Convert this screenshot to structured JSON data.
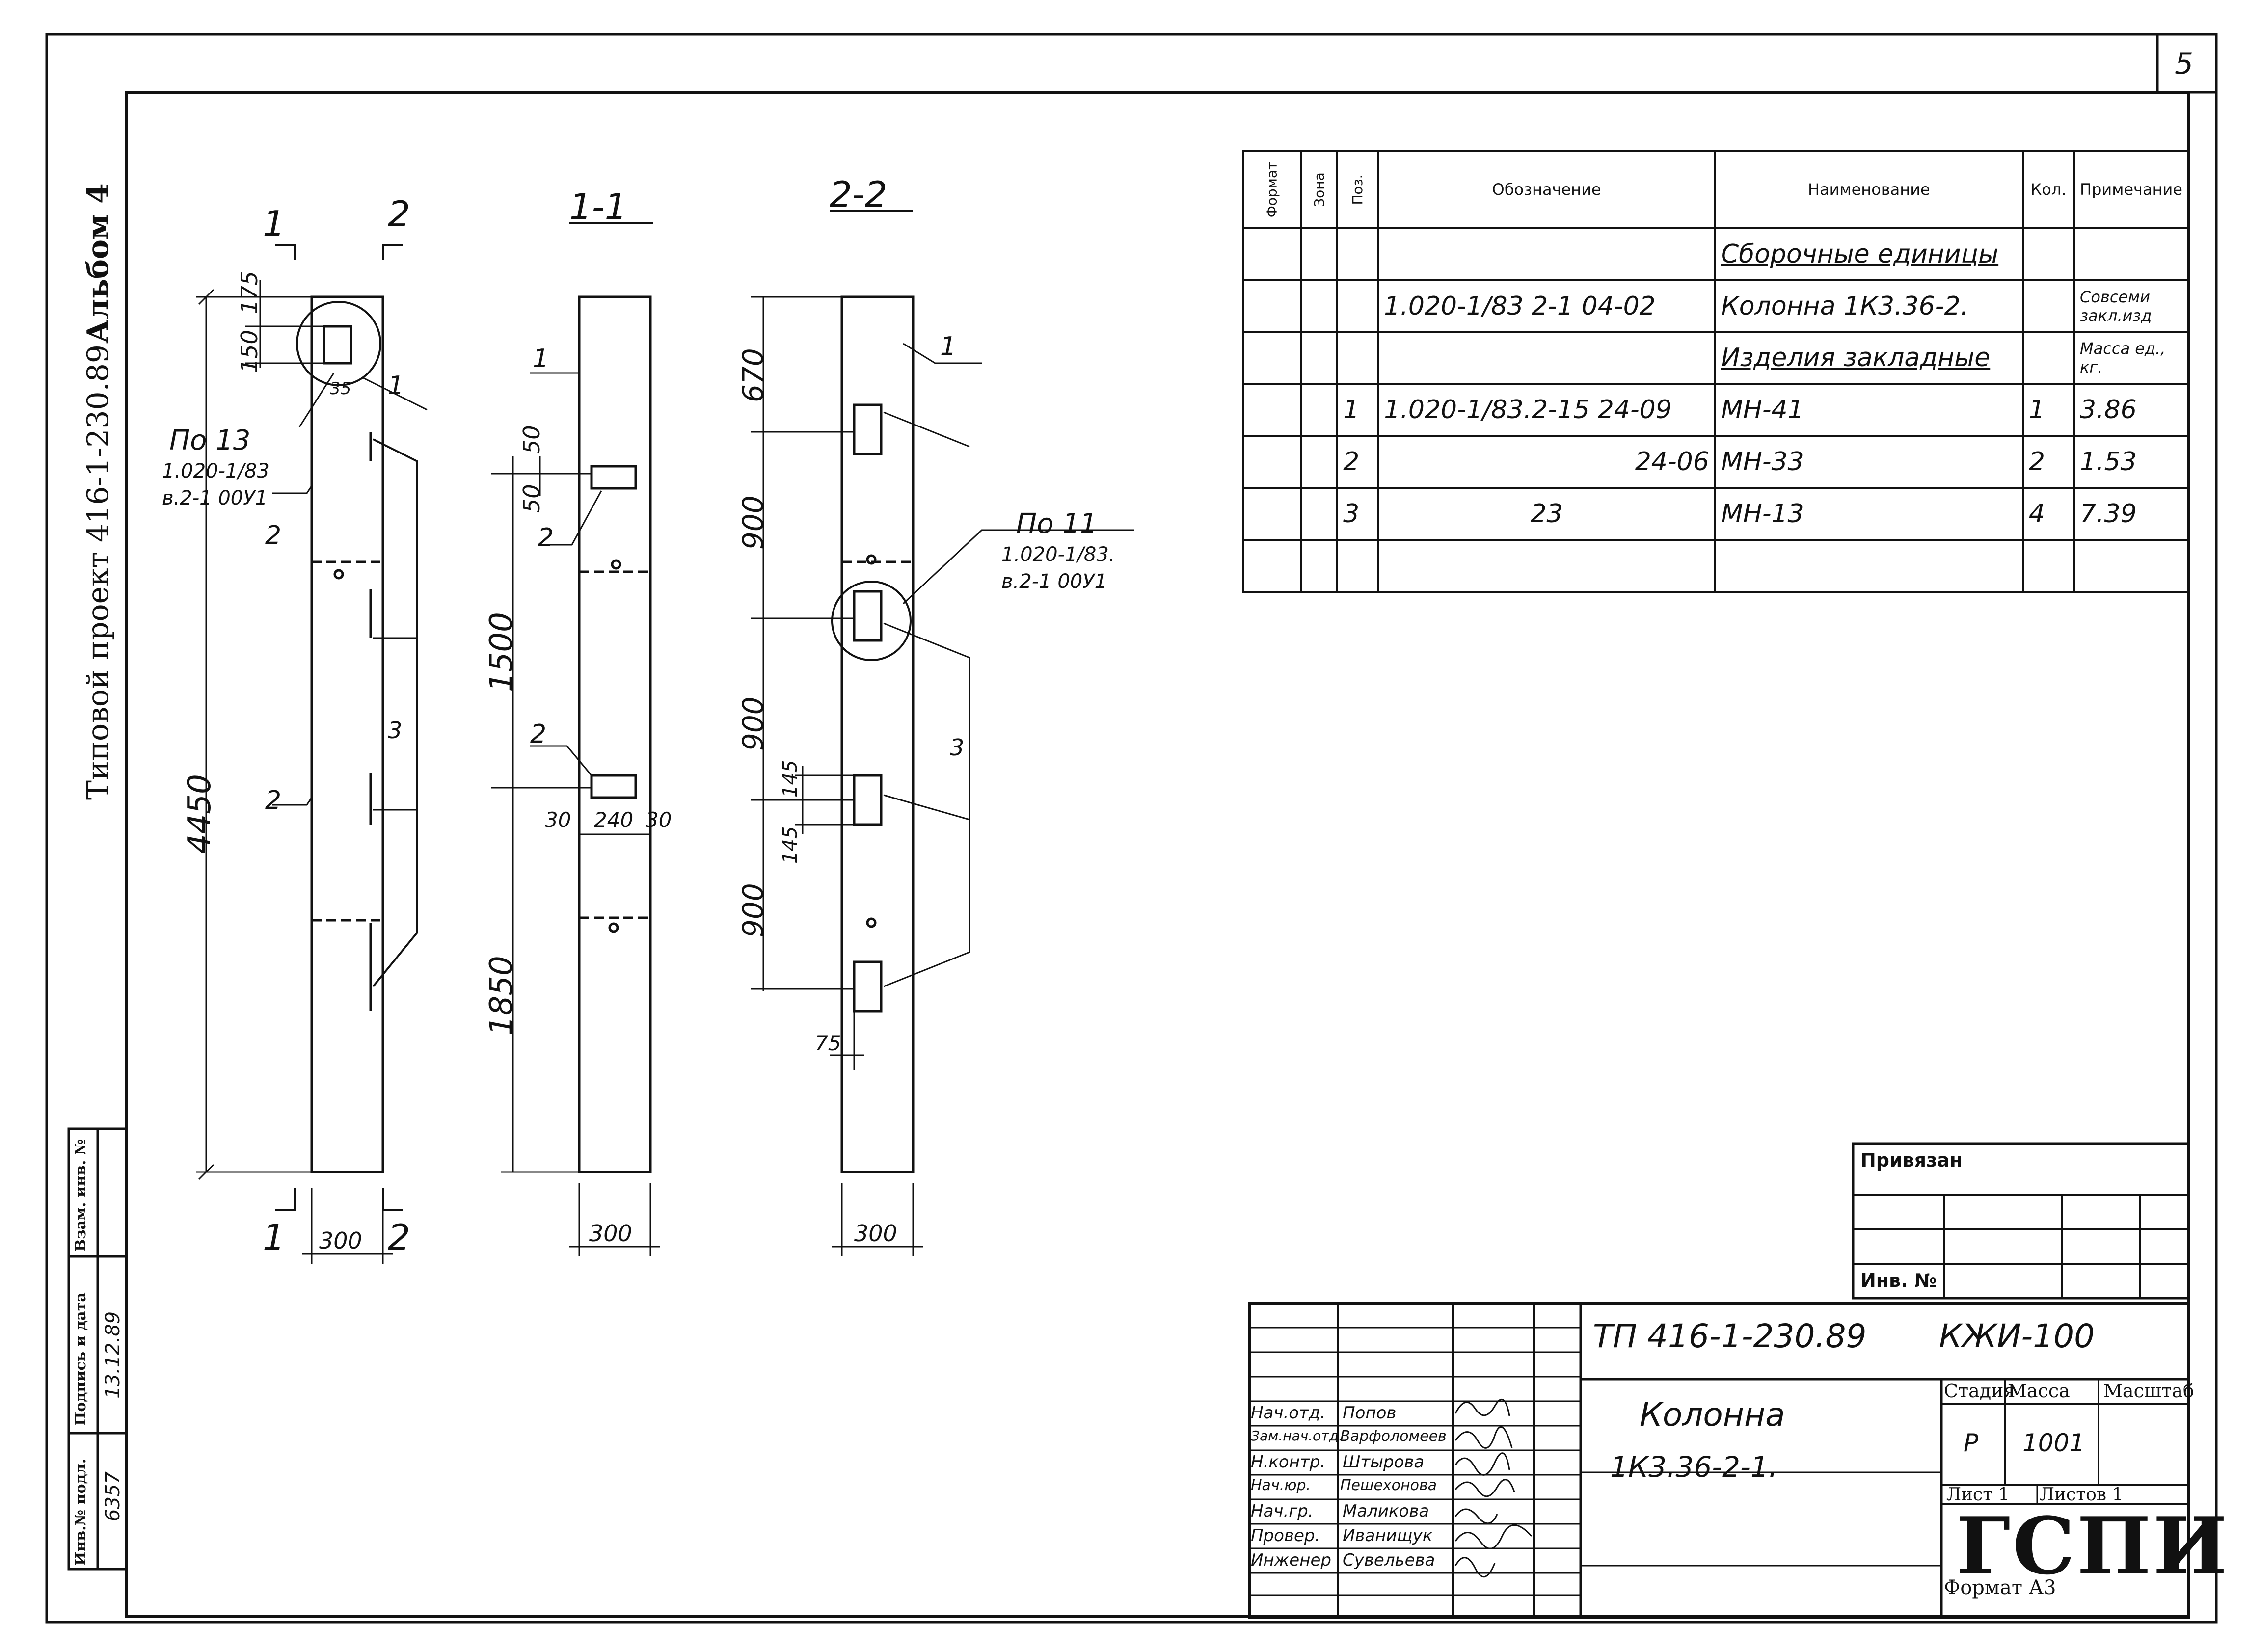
{
  "sheet_number": "5",
  "side_margin": {
    "project": "Типовой проект 416-1-230.89",
    "album": "Альбом 4",
    "stamp_headers": [
      "Инв.№ подл.",
      "Подпись и дата",
      "Взам. инв. №"
    ],
    "inv_no": "6357",
    "sign_date": "13.12.89"
  },
  "views": {
    "elevation": {
      "cut1_label": "1",
      "cut2_label": "2",
      "dim_total": "4450",
      "dim_top_a": "175",
      "dim_top_b": "150",
      "dim_35": "35",
      "callout_ref": [
        "По 13",
        "1.020-1/83",
        "в.2-1 00У1"
      ],
      "pos_1": "1",
      "pos_2a": "2",
      "pos_2b": "2",
      "pos_3": "3",
      "width": "300"
    },
    "section_1_1": {
      "title": "1-1",
      "pos_1": "1",
      "pos_2a": "2",
      "pos_2b": "2",
      "dim_50a": "50",
      "dim_50b": "50",
      "dim_1500": "1500",
      "dim_1850": "1850",
      "dim_30a": "30",
      "dim_240": "240",
      "dim_30b": "30",
      "width": "300"
    },
    "section_2_2": {
      "title": "2-2",
      "pos_1": "1",
      "pos_3": "3",
      "dim_670": "670",
      "dim_900a": "900",
      "dim_900b": "900",
      "dim_900c": "900",
      "dim_145a": "145",
      "dim_145b": "145",
      "dim_75": "75",
      "callout_ref": [
        "По 11",
        "1.020-1/83.",
        "в.2-1 00У1"
      ],
      "width": "300"
    }
  },
  "spec_table": {
    "headers": [
      "Формат",
      "Зона",
      "Поз.",
      "Обозначение",
      "Наименование",
      "Кол.",
      "Примечание"
    ],
    "rows": [
      {
        "pos": "",
        "code": "",
        "name": "Сборочные единицы",
        "qty": "",
        "note": ""
      },
      {
        "pos": "",
        "code": "1.020-1/83 2-1 04-02",
        "name": "Колонна 1К3.36-2.",
        "qty": "",
        "note": "Совсеми закл.изд"
      },
      {
        "pos": "",
        "code": "",
        "name": "Изделия закладные",
        "qty": "",
        "note": "Масса ед., кг."
      },
      {
        "pos": "1",
        "code": "1.020-1/83.2-15 24-09",
        "name": "МН-41",
        "qty": "1",
        "note": "3.86"
      },
      {
        "pos": "2",
        "code": "24-06",
        "name": "МН-33",
        "qty": "2",
        "note": "1.53"
      },
      {
        "pos": "3",
        "code": "23",
        "name": "МН-13",
        "qty": "4",
        "note": "7.39"
      },
      {
        "pos": "",
        "code": "",
        "name": "",
        "qty": "",
        "note": ""
      }
    ]
  },
  "privyazan": {
    "label": "Привязан",
    "inv_label": "Инв. №"
  },
  "title_block": {
    "doc_code": "ТП 416-1-230.89",
    "doc_suffix": "КЖИ-100",
    "object_name": "Колонна",
    "object_mark": "1К3.36-2-1.",
    "stage_label": "Стадия",
    "mass_label": "Масса",
    "scale_label": "Масштаб",
    "stage": "Р",
    "mass": "1001",
    "sheet_label": "Лист 1",
    "sheets_label": "Листов 1",
    "org": "ГСПИ",
    "format": "Формат А3",
    "people": [
      {
        "role": "Нач.отд.",
        "name": "Попов"
      },
      {
        "role": "Зам.нач.отд.",
        "name": "Варфоломеев"
      },
      {
        "role": "Н.контр.",
        "name": "Штырова"
      },
      {
        "role": "Нач.юр.",
        "name": "Пешехонова"
      },
      {
        "role": "Нач.гр.",
        "name": "Маликова"
      },
      {
        "role": "Провер.",
        "name": "Иванищук"
      },
      {
        "role": "Инженер",
        "name": "Сувельева"
      }
    ]
  }
}
